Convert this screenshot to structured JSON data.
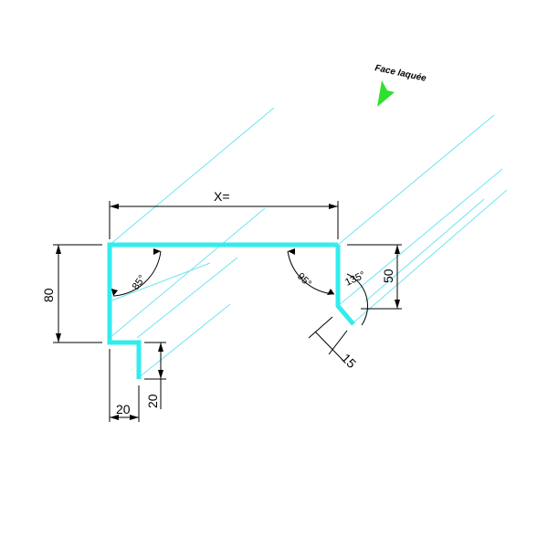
{
  "drawing": {
    "face_label": "Face laquée",
    "dimensions": {
      "width": "X=",
      "height_left": "80",
      "height_right": "50",
      "foot_width": "20",
      "foot_height": "20",
      "lip": "15"
    },
    "angles": {
      "left": "85°",
      "right_inner": "95°",
      "right_outer": "135°"
    }
  },
  "colors": {
    "profile": "#33ecee",
    "hatch": "#6fe4ef",
    "marker": "#2fe12f",
    "dimension": "#000000"
  }
}
